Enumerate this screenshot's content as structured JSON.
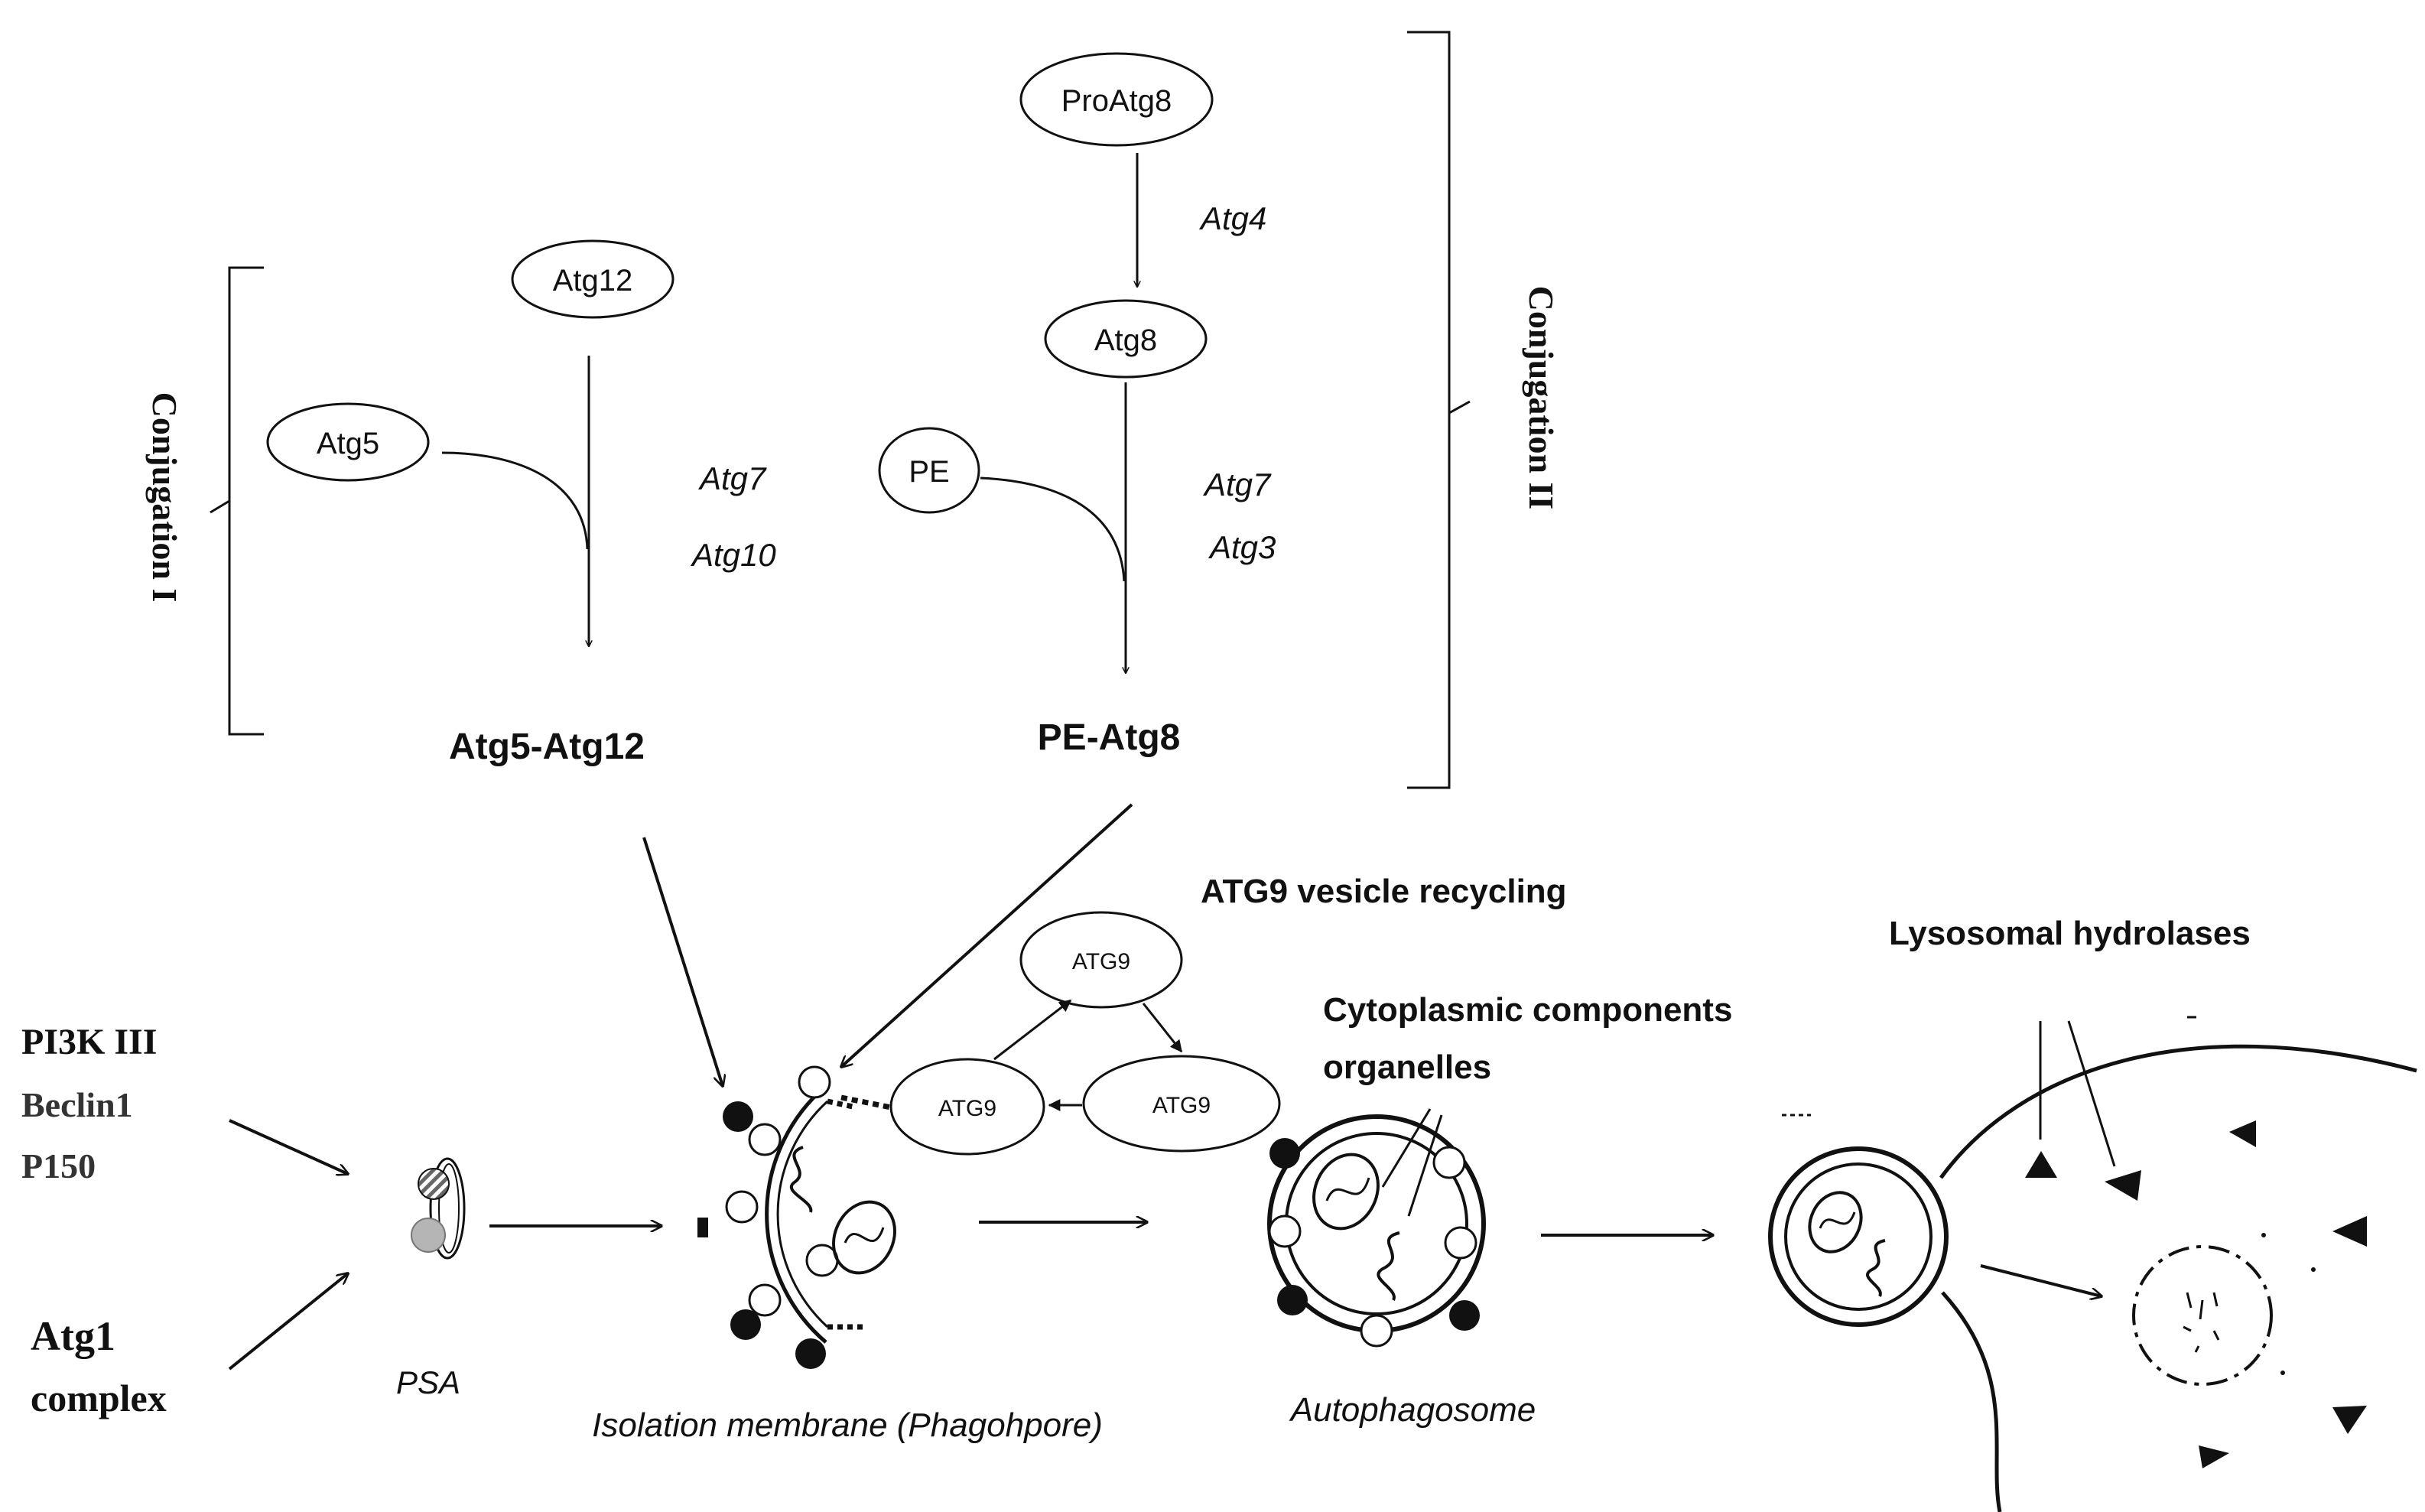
{
  "conjugation_i": {
    "label": "Conjugation I",
    "atg12": "Atg12",
    "atg5": "Atg5",
    "enzyme_1": "Atg7",
    "enzyme_2": "Atg10",
    "product": "Atg5-Atg12"
  },
  "conjugation_ii": {
    "label": "Conjugation II",
    "proatg8": "ProAtg8",
    "protease": "Atg4",
    "atg8": "Atg8",
    "pe": "PE",
    "enzyme_1": "Atg7",
    "enzyme_2": "Atg3",
    "product": "PE-Atg8"
  },
  "atg9_cycle": {
    "title": "ATG9 vesicle recycling",
    "top": "ATG9",
    "left": "ATG9",
    "right": "ATG9"
  },
  "inputs": {
    "pi3k": "PI3K III",
    "beclin": "Beclin1",
    "p150": "P150",
    "atg1_line1": "Atg1",
    "atg1_line2": "complex"
  },
  "stages": {
    "psa": "PSA",
    "isolation_membrane": "Isolation membrane (Phagohpore)",
    "autophagosome": "Autophagosome"
  },
  "annotations": {
    "cytoplasmic_line1": "Cytoplasmic components",
    "cytoplasmic_line2": "organelles",
    "lysosomal": "Lysosomal hydrolases"
  },
  "colors": {
    "ink": "#111111",
    "hatch_gray": "#b5b5b5",
    "muted_text": "#333333"
  }
}
